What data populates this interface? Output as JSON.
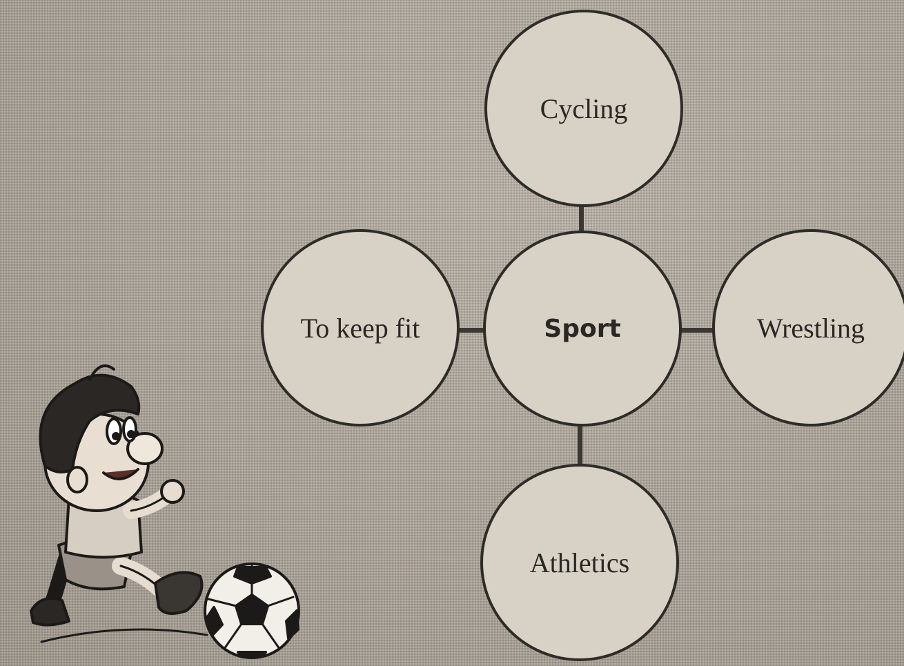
{
  "diagram": {
    "center": "Sport",
    "top": "Cycling",
    "left": "To keep fit",
    "right": "Wrestling",
    "bottom": "Athletics"
  },
  "colors": {
    "background": "#b3aba0",
    "node_fill": "#d8d1c5",
    "node_border": "#2e2c29"
  }
}
